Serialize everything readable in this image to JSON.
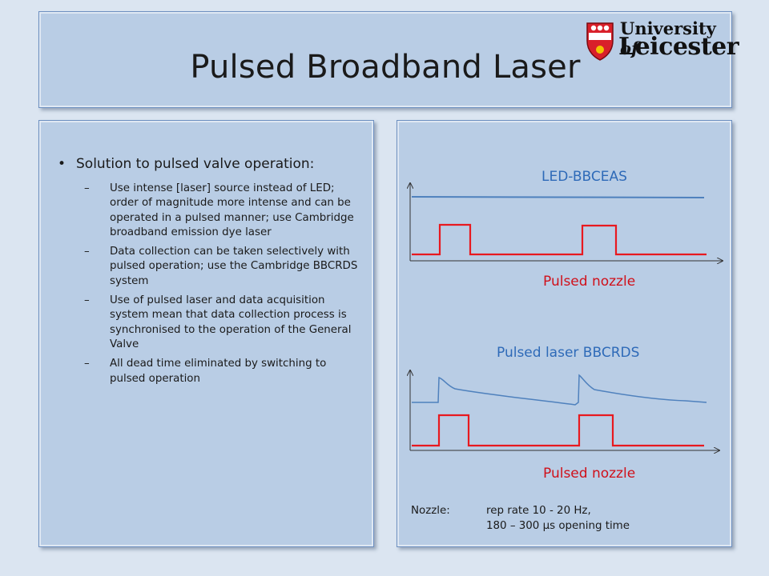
{
  "title": "Pulsed Broadband Laser",
  "logo": {
    "line1_a": "University",
    "line1_b": "of",
    "line2": "Leicester"
  },
  "left": {
    "main_bullet": "Solution to pulsed valve operation:",
    "sub_bullets": [
      "Use intense [laser] source instead of LED; order of magnitude more intense and can be operated in a pulsed manner; use Cambridge broadband emission dye laser",
      "Data collection can be taken selectively with pulsed operation; use the Cambridge BBCRDS system",
      "Use of pulsed laser and data acquisition system mean that data collection process is synchronised to the operation of the General Valve",
      "All dead time eliminated by switching to pulsed operation"
    ]
  },
  "right": {
    "top_label": "LED-BBCEAS",
    "top_pulse_label": "Pulsed nozzle",
    "bottom_label": "Pulsed laser BBCRDS",
    "bottom_pulse_label": "Pulsed nozzle",
    "nozzle_key": "Nozzle:",
    "nozzle_line1": "rep rate 10 - 20 Hz,",
    "nozzle_line2": "180 – 300 µs opening time"
  },
  "colors": {
    "pulse": "#e8191f",
    "signal": "#4f81bd",
    "panel": "#b9cde5",
    "background": "#dbe5f1"
  }
}
